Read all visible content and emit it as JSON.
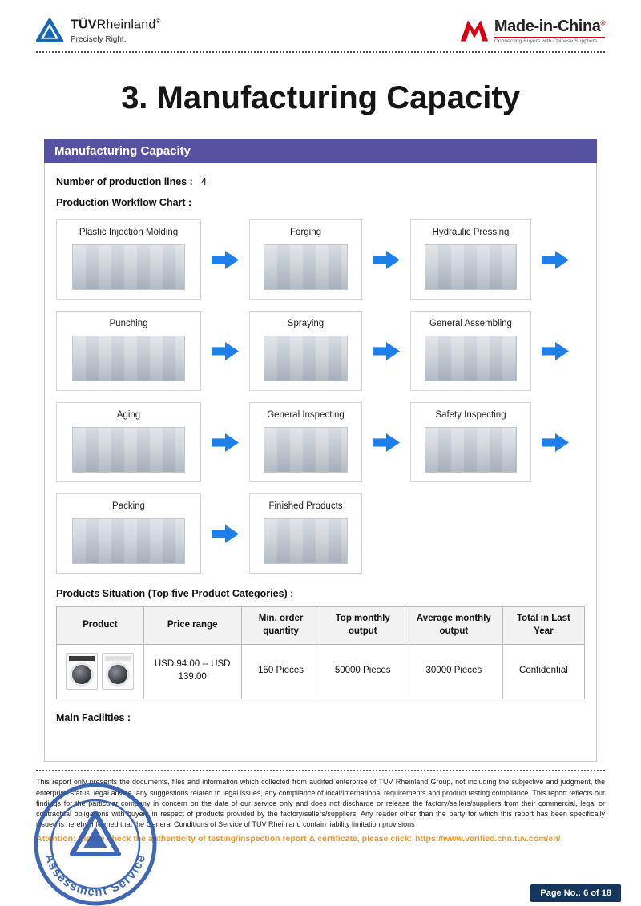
{
  "header": {
    "tuv_brand_bold": "TÜV",
    "tuv_brand_light": "Rheinland",
    "tuv_reg": "®",
    "tuv_tagline": "Precisely Right.",
    "mic_brand": "Made-in-China",
    "mic_reg": "®",
    "mic_tagline": "Connecting Buyers with Chinese Suppliers"
  },
  "page_title": "3. Manufacturing Capacity",
  "capacity": {
    "bar_title": "Manufacturing Capacity",
    "production_lines_label": "Number of production lines :",
    "production_lines_value": "4",
    "workflow_label": "Production Workflow Chart :",
    "workflow_rows": [
      {
        "steps": [
          "Plastic Injection Molding",
          "Forging",
          "Hydraulic Pressing"
        ]
      },
      {
        "steps": [
          "Punching",
          "Spraying",
          "General Assembling"
        ]
      },
      {
        "steps": [
          "Aging",
          "General Inspecting",
          "Safety Inspecting"
        ]
      },
      {
        "steps": [
          "Packing",
          "Finished Products"
        ]
      }
    ],
    "products_label": "Products Situation (Top five Product Categories) :",
    "table": {
      "headers": [
        "Product",
        "Price range",
        "Min. order quantity",
        "Top monthly output",
        "Average monthly output",
        "Total in Last Year"
      ],
      "rows": [
        {
          "price_range": "USD 94.00 -- USD 139.00",
          "min_order": "150 Pieces",
          "top_monthly": "50000 Pieces",
          "avg_monthly": "30000 Pieces",
          "total_last_year": "Confidential"
        }
      ]
    },
    "facilities_label": "Main Facilities :"
  },
  "footer": {
    "disclaimer": "This report only presents the documents, files and information which collected from audited enterprise of TUV Rheinland Group, not including the subjective and judgment, the enterprise status, legal advice, any suggestions related to legal issues, any compliance of local/international requirements and product testing compliance. This report reflects our findings for the particular company in concern on the date of our service only and does not discharge or release the factory/sellers/suppliers from their commercial, legal or contractual obligations with buyers in respect of products provided by the factory/sellers/suppliers. Any reader other than the party for which this report has been specifically issued is hereby informed that the General Conditions of Service of TUV Rheinland contain liability limitation provisions",
    "attention_label": "Attention: Please check the authenticity of testing/inspection report & certificate, please click:",
    "attention_url": "https://www.verified.chn.tuv.com/en/",
    "stamp_text": "Assessment Service",
    "page_badge": "Page No.: 6 of 18"
  },
  "colors": {
    "section_purple": "#5553a1",
    "arrow_blue": "#1d7fe8",
    "tuv_blue": "#1569b2",
    "mic_red": "#d7000f",
    "attention_orange": "#f7941d",
    "badge_navy": "#17365d",
    "stamp_blue": "#2a57ad"
  }
}
